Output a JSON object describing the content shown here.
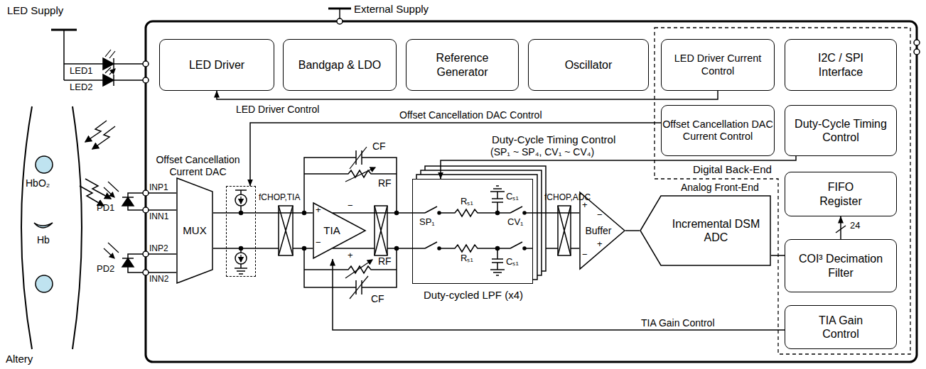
{
  "diagram": {
    "nodes": [
      {
        "text": [
          "LED Driver"
        ]
      },
      {
        "text": [
          "Bandgap & LDO"
        ]
      },
      {
        "text": [
          "Reference Generator"
        ]
      },
      {
        "text": [
          "Oscillator"
        ]
      },
      {
        "text": [
          "Digital Back-End"
        ]
      },
      {
        "text": [
          "LED Driver Current Control"
        ],
        "in": 4
      },
      {
        "text": [
          "I2C / SPI Interface"
        ],
        "in": 4
      },
      {
        "text": [
          "Offset Cancellation DAC Current Control"
        ],
        "in": 4
      },
      {
        "text": [
          "Duty-Cycle Timing Control"
        ],
        "in": 4
      },
      {
        "text": [
          "FIFO Register"
        ],
        "in": 4
      },
      {
        "text": [
          "COI³ Decimation Filter"
        ],
        "in": 4
      },
      {
        "text": [
          "TIA Gain Control"
        ],
        "in": 4
      },
      {
        "text": [
          "Offset Cancellation Current DAC"
        ]
      },
      {
        "text": [
          "MUX"
        ]
      },
      {
        "text": [
          "TIA"
        ]
      },
      {
        "text": [
          "Duty-cycled LPF (x4)"
        ]
      },
      {
        "text": [
          "Buffer"
        ]
      },
      {
        "text": [
          "Incremental DSM ADC"
        ]
      }
    ],
    "edges": [
      {
        "from": 5,
        "to": 0,
        "arrow": "to",
        "label": "LED Driver Control"
      },
      {
        "from": 7,
        "to": 12,
        "arrow": "to",
        "label": "Offset Cancellation DAC Control"
      },
      {
        "from": 8,
        "to": 15,
        "arrow": "to",
        "label": "Duty-Cycle Timing Control"
      },
      {
        "from": 11,
        "to": 14,
        "arrow": "to",
        "label": "TIA Gain Control"
      },
      {
        "from": 13,
        "to": 14,
        "arrow": "none"
      },
      {
        "from": 14,
        "to": 15,
        "arrow": "none"
      },
      {
        "from": 15,
        "to": 16,
        "arrow": "none"
      },
      {
        "from": 16,
        "to": 17,
        "arrow": "none"
      },
      {
        "from": 17,
        "to": 10,
        "arrow": "none"
      },
      {
        "from": 10,
        "to": 9,
        "arrow": "to",
        "label": "24"
      }
    ],
    "labels": [
      "LED Supply",
      "External Supply",
      "LED1",
      "LED2",
      "HbO₂",
      "Hb",
      "Altery",
      "PD1",
      "PD2",
      "INP1",
      "INN1",
      "INP2",
      "INN2",
      "fCHOP,TIA",
      "CF",
      "RF",
      "RF",
      "CF",
      "+",
      "−",
      "−",
      "+",
      "SP₁",
      "CV₁",
      "Rₛ₁",
      "Cₛ₁",
      "Rₛ₁",
      "Cₛ₁",
      "(SP₁ ~ SP₄, CV₁ ~ CV₄)",
      "fCHOP,ADC",
      "+",
      "−",
      "−",
      "+",
      "Analog Front-End"
    ]
  }
}
